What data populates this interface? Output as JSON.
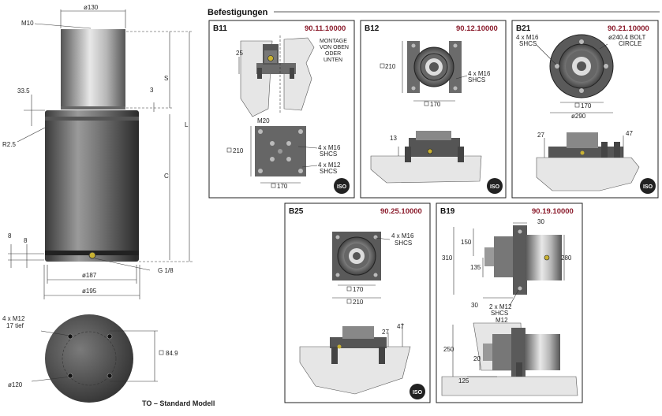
{
  "main_view": {
    "dims": {
      "d130": "ø130",
      "m10": "M10",
      "d33_5": "33.5",
      "s": "S",
      "three": "3",
      "l": "L",
      "r2_5": "R2.5",
      "c": "C",
      "eight_a": "8",
      "eight_b": "8",
      "g18": "G 1/8",
      "d187": "ø187",
      "d195": "ø195"
    }
  },
  "bottom_view": {
    "bolt_label_1": "4 x M12",
    "bolt_label_2": "17 tief",
    "sq84": "84.9",
    "d120": "ø120",
    "footer": "TO – Standard Modell"
  },
  "section_title": "Befestigungen",
  "panels": {
    "b11": {
      "id": "B11",
      "code": "90.11.10000",
      "note1": "MONTAGE",
      "note2": "VON OBEN",
      "note3": "ODER",
      "note4": "UNTEN",
      "d25": "25",
      "m20": "M20",
      "sq210": "210",
      "b1": "4 x M16",
      "b1b": "SHCS",
      "b2": "4 x M12",
      "b2b": "SHCS",
      "sq170": "170"
    },
    "b12": {
      "id": "B12",
      "code": "90.12.10000",
      "sq210": "210",
      "b1": "4 x M16",
      "b1b": "SHCS",
      "sq170": "170",
      "d13": "13"
    },
    "b21": {
      "id": "B21",
      "code": "90.21.10000",
      "b1": "4 x M16",
      "b1b": "SHCS",
      "bc1": "ø240.4 BOLT",
      "bc2": "CIRCLE",
      "sq170": "170",
      "d290": "ø290",
      "d27": "27",
      "d47": "47"
    },
    "b25": {
      "id": "B25",
      "code": "90.25.10000",
      "b1": "4 x M16",
      "b1b": "SHCS",
      "sq170": "170",
      "sq210": "210",
      "d27": "27",
      "d47": "47"
    },
    "b19": {
      "id": "B19",
      "code": "90.19.10000",
      "d30a": "30",
      "d150": "150",
      "d310": "310",
      "d135": "135",
      "d280": "280",
      "d30b": "30",
      "b1": "2 x M12",
      "b1b": "SHCS",
      "m12": "M12",
      "d250": "250",
      "d20": "20",
      "d125": "125"
    }
  },
  "iso_badge": "ISO"
}
